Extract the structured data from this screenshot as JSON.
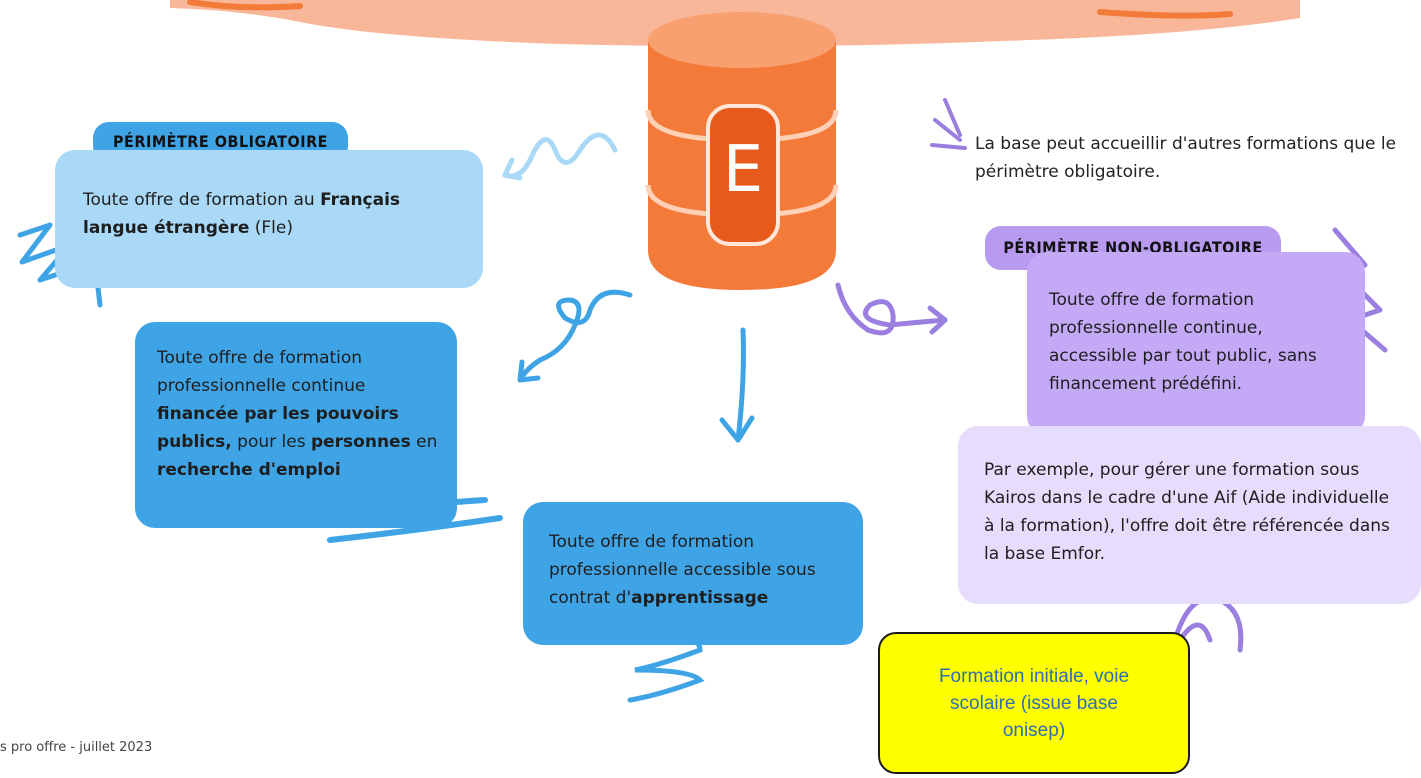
{
  "database_letter": "E",
  "mandatory": {
    "tag": "PÉRIMÈTRE OBLIGATOIRE",
    "fle": {
      "pre": "Toute offre de formation au ",
      "bold1": "Français langue étrangère",
      "post": " (Fle)"
    },
    "public": {
      "pre": "Toute offre de formation professionnelle continue ",
      "bold1": "financée par les pouvoirs publics,",
      "mid": " pour les ",
      "bold2": "personnes",
      "mid2": " en ",
      "bold3": "recherche d'emploi"
    },
    "apprentissage": {
      "pre": "Toute offre de formation professionnelle accessible sous contrat d'",
      "bold1": "apprentissage"
    }
  },
  "note_text": "La base peut accueillir d'autres formations que le périmètre obligatoire.",
  "optional": {
    "tag": "PÉRIMÈTRE NON-OBLIGATOIRE",
    "text": "Toute offre de formation professionnelle continue, accessible par tout public, sans financement prédéfini.",
    "example": "Par exemple, pour gérer une formation sous Kairos dans le cadre d'une Aif (Aide individuelle à la formation), l'offre doit être référencée dans la base Emfor."
  },
  "callout": "Formation initiale, voie scolaire (issue base onisep)",
  "footer": "s pro offre - juillet 2023",
  "colors": {
    "orange": "#f47a3a",
    "light_blue": "#a9d9f7",
    "mid_blue": "#3fa4e6",
    "purple": "#b89af0",
    "light_purple": "#e6dcfb",
    "yellow": "#ffff00"
  }
}
